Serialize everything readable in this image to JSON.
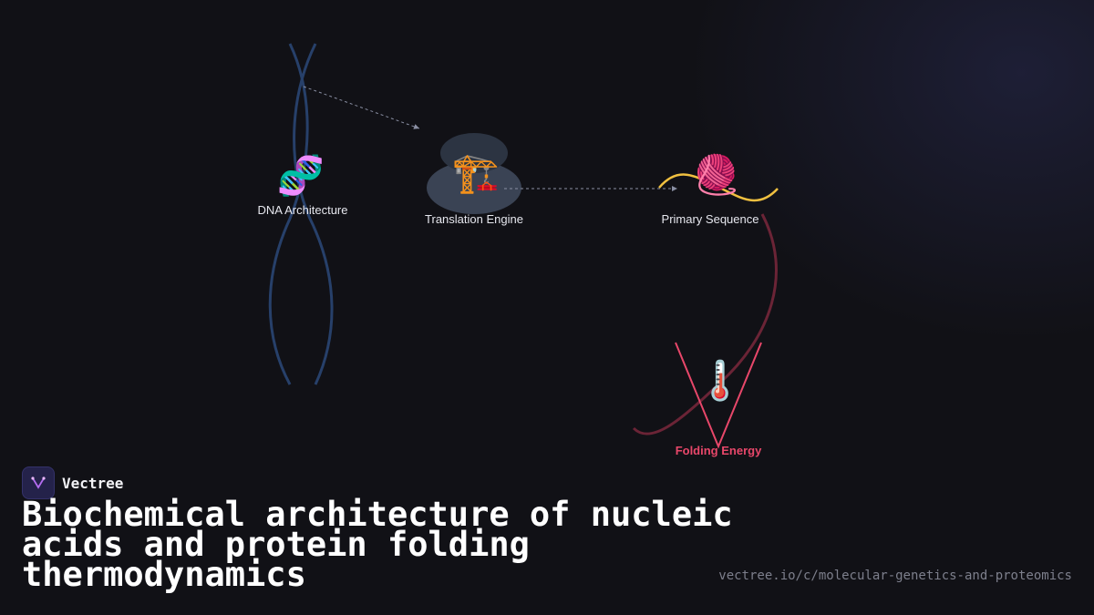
{
  "brand": {
    "name": "Vectree",
    "logo_icon": "vectree-logo-icon",
    "accent": "#b36cf0"
  },
  "title": "Biochemical architecture of nucleic acids and protein folding thermodynamics",
  "source_url": "vectree.io/c/molecular-genetics-and-proteomics",
  "colors": {
    "background": "#111116",
    "helix": "#27406a",
    "wave": "#f0c040",
    "energy": "#e8476a",
    "connector": "#8a8fa3"
  },
  "diagram": {
    "nodes": [
      {
        "id": "dna",
        "label": "DNA Architecture",
        "icon": "dna-icon",
        "emoji": "🧬"
      },
      {
        "id": "translation",
        "label": "Translation Engine",
        "icon": "crane-icon",
        "emoji": "🏗️"
      },
      {
        "id": "sequence",
        "label": "Primary Sequence",
        "icon": "yarn-ball-icon",
        "emoji": "🧶"
      },
      {
        "id": "folding",
        "label": "Folding Energy",
        "icon": "thermometer-icon",
        "emoji": "🌡️"
      }
    ],
    "edges": [
      {
        "from": "dna",
        "to": "translation",
        "style": "dashed"
      },
      {
        "from": "translation",
        "to": "sequence",
        "style": "dashed"
      },
      {
        "from": "sequence",
        "to": "folding",
        "style": "curve"
      }
    ]
  }
}
